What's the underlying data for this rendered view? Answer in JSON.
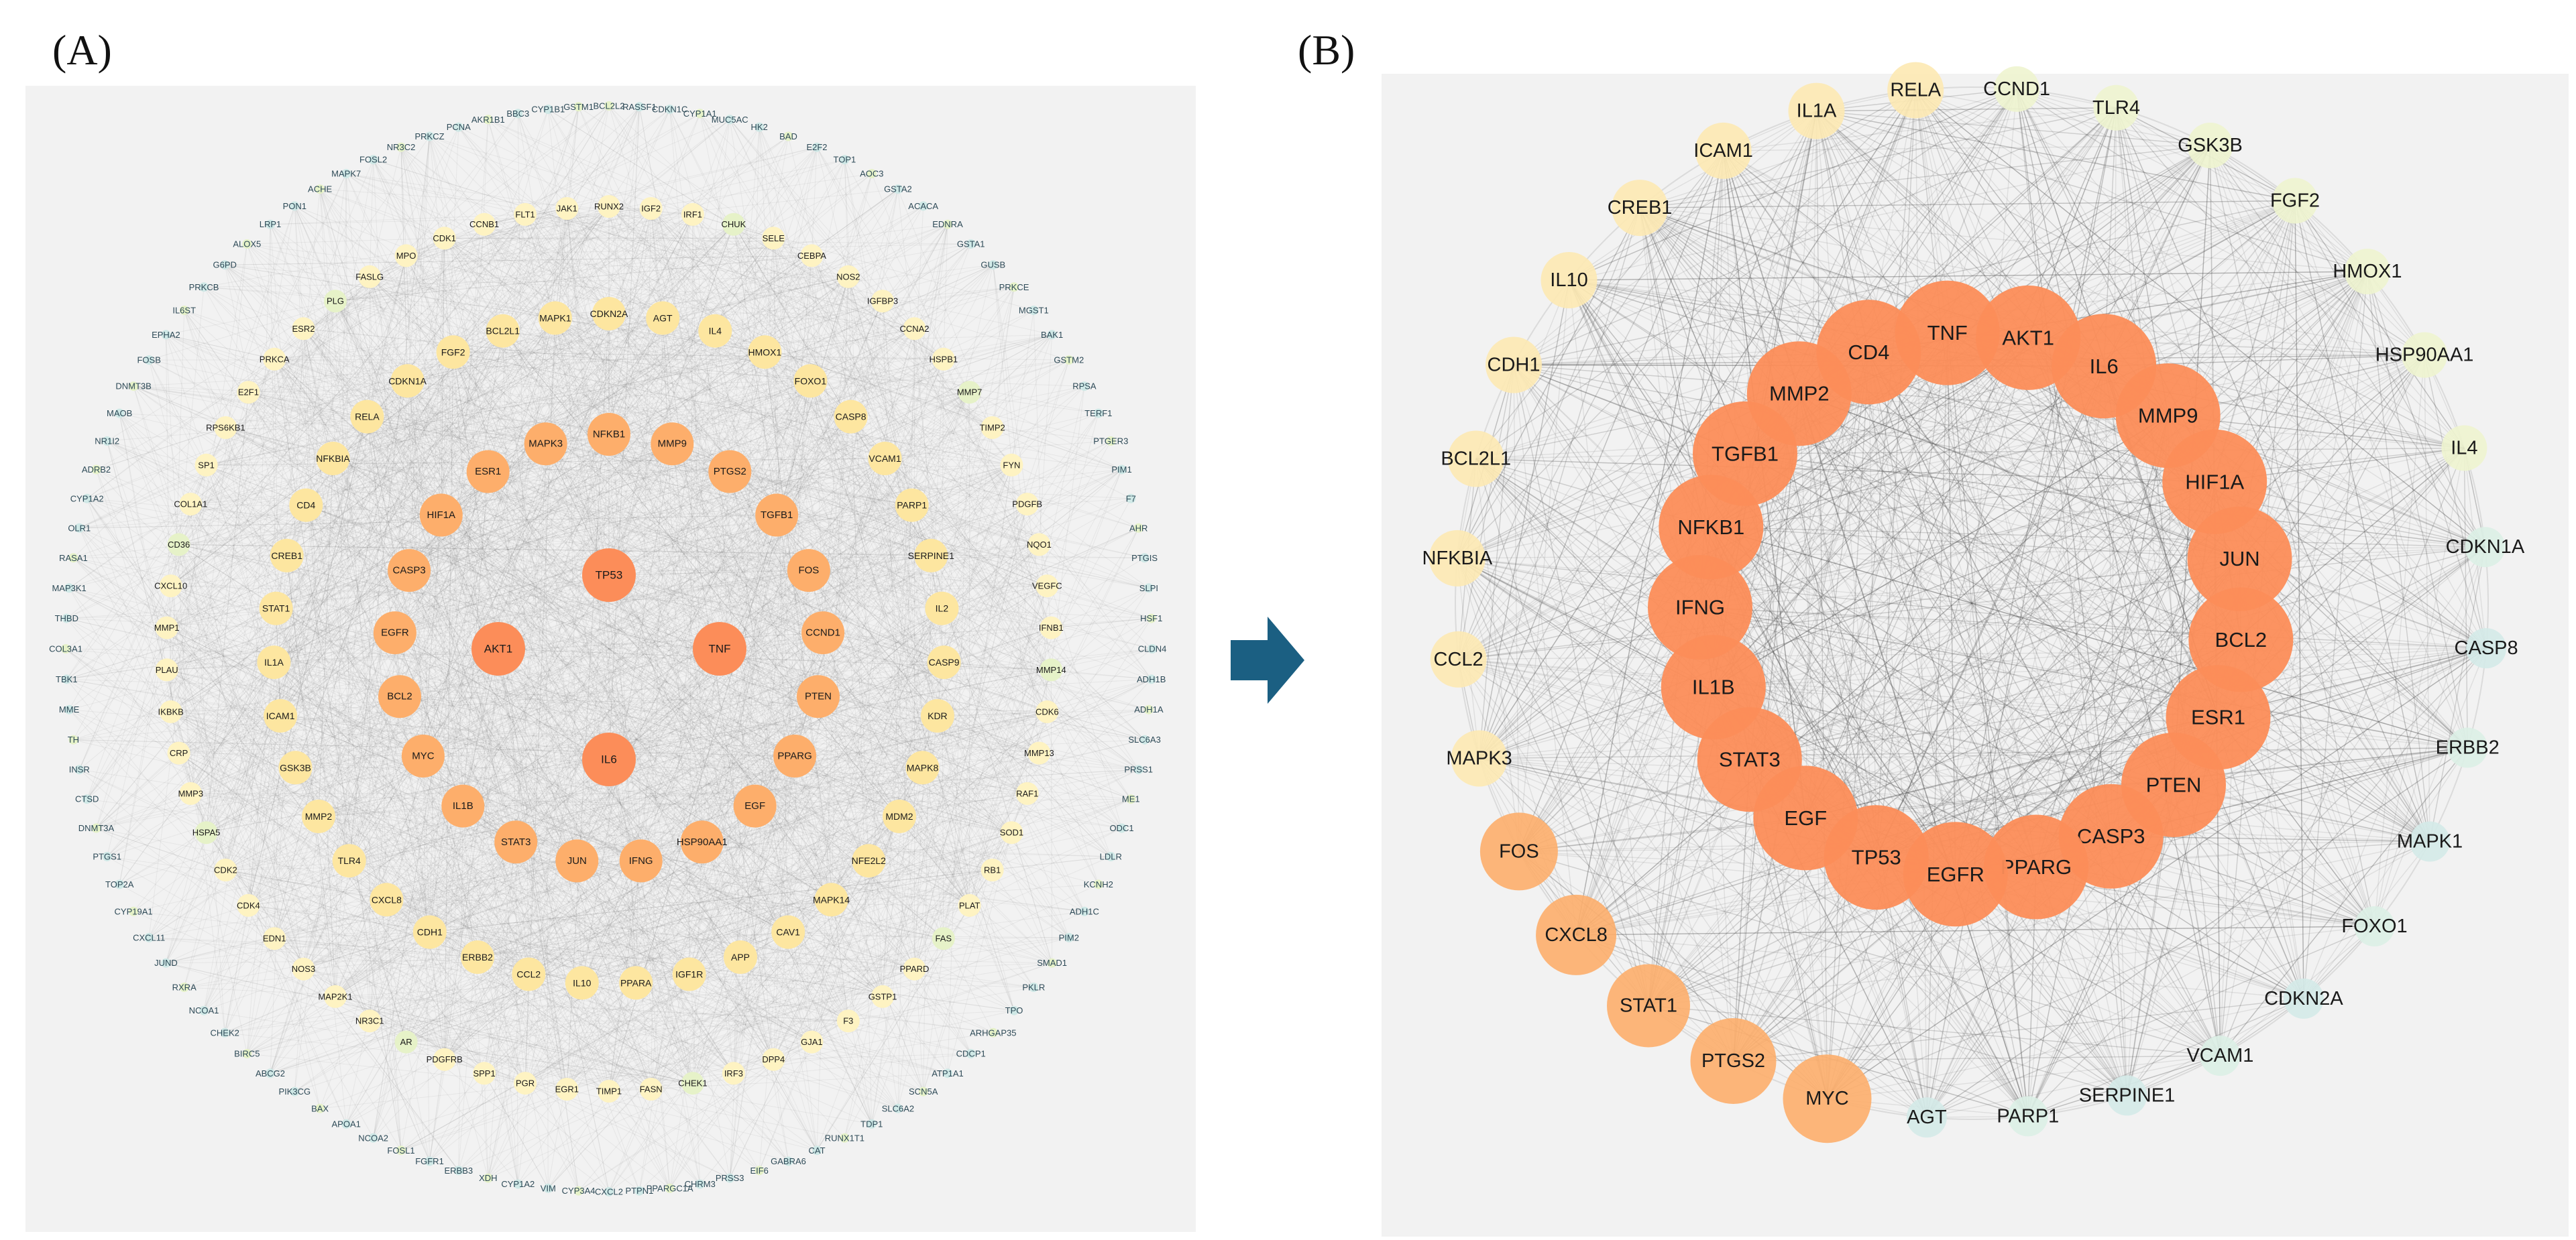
{
  "panel_a": {
    "label": "(A)",
    "rings": [
      [
        "TP53",
        "TNF",
        "IL6",
        "AKT1"
      ],
      [
        "NFKB1",
        "MMP9",
        "PTGS2",
        "TGFB1",
        "FOS",
        "CCND1",
        "PTEN",
        "PPARG",
        "EGF",
        "HSP90AA1",
        "IFNG",
        "JUN",
        "STAT3",
        "IL1B",
        "MYC",
        "BCL2",
        "EGFR",
        "CASP3",
        "HIF1A",
        "ESR1",
        "MAPK3"
      ],
      [
        "CDKN2A",
        "AGT",
        "IL4",
        "HMOX1",
        "FOXO1",
        "CASP8",
        "VCAM1",
        "PARP1",
        "SERPINE1",
        "IL2",
        "CASP9",
        "KDR",
        "MAPK8",
        "MDM2",
        "NFE2L2",
        "MAPK14",
        "CAV1",
        "APP",
        "IGF1R",
        "PPARA",
        "IL10",
        "CCL2",
        "ERBB2",
        "CDH1",
        "CXCL8",
        "TLR4",
        "MMP2",
        "GSK3B",
        "ICAM1",
        "IL1A",
        "STAT1",
        "CREB1",
        "CD4",
        "NFKBIA",
        "RELA",
        "CDKN1A",
        "FGF2",
        "BCL2L1",
        "MAPK1"
      ],
      [
        "RUNX2",
        "IGF2",
        "IRF1",
        "CHUK",
        "SELE",
        "CEBPA",
        "NOS2",
        "IGFBP3",
        "CCNA2",
        "HSPB1",
        "MMP7",
        "TIMP2",
        "FYN",
        "PDGFB",
        "NQO1",
        "VEGFC",
        "IFNB1",
        "MMP14",
        "CDK6",
        "MMP13",
        "RAF1",
        "SOD1",
        "RB1",
        "PLAT",
        "FAS",
        "PPARD",
        "GSTP1",
        "F3",
        "GJA1",
        "DPP4",
        "IRF3",
        "CHEK1",
        "FASN",
        "TIMP1",
        "EGR1",
        "PGR",
        "SPP1",
        "PDGFRB",
        "AR",
        "NR3C1",
        "MAP2K1",
        "NOS3",
        "EDN1",
        "CDK4",
        "CDK2",
        "HSPA5",
        "MMP3",
        "CRP",
        "IKBKB",
        "PLAU",
        "MMP1",
        "CXCL10",
        "CD36",
        "COL1A1",
        "SP1",
        "RPS6KB1",
        "E2F1",
        "PRKCA",
        "ESR2",
        "PLG",
        "FASLG",
        "MPO",
        "CDK1",
        "CCNB1",
        "FLT1",
        "JAK1"
      ],
      [
        "BCL2L2",
        "RASSF1",
        "CDKN1C",
        "CYP1A1",
        "MUC5AC",
        "HK2",
        "BAD",
        "E2F2",
        "TOP1",
        "AOC3",
        "GSTA2",
        "ACACA",
        "EDNRA",
        "GSTA1",
        "GUSB",
        "PRKCE",
        "MGST1",
        "BAK1",
        "GSTM2",
        "RPSA",
        "TERF1",
        "PTGER3",
        "PIM1",
        "F7",
        "AHR",
        "PTGIS",
        "SLPI",
        "HSF1",
        "CLDN4",
        "ADH1B",
        "ADH1A",
        "SLC6A3",
        "PRSS1",
        "ME1",
        "ODC1",
        "LDLR",
        "KCNH2",
        "ADH1C",
        "PIM2",
        "SMAD1",
        "PKLR",
        "TPO",
        "ARHGAP35",
        "CDCP1",
        "ATP1A1",
        "SCN5A",
        "SLC6A2",
        "TDP1",
        "RUNX1T1",
        "CAT",
        "GABRA6",
        "EIF6",
        "PRSS3",
        "CHRM3",
        "PPARGC1A",
        "PTPN1",
        "CXCL2",
        "CYP3A4",
        "VIM",
        "CYP1A2",
        "XDH",
        "ERBB3",
        "FGFR1",
        "FOSL1",
        "NCOA2",
        "APOA1",
        "BAX",
        "PIK3CG",
        "ABCG2",
        "BIRC5",
        "CHEK2",
        "NCOA1",
        "RXRA",
        "JUND",
        "CXCL11",
        "CYP19A1",
        "TOP2A",
        "PTGS1",
        "DNMT3A",
        "CTSD",
        "INSR",
        "TH",
        "MME",
        "TBK1",
        "COL3A1",
        "THBD",
        "MAP3K1",
        "RASA1",
        "OLR1",
        "CYP1A2",
        "ADRB2",
        "NR1I2",
        "MAOB",
        "DNMT3B",
        "FOSB",
        "EPHA2",
        "IL6ST",
        "PRKCB",
        "G6PD",
        "ALOX5",
        "LRP1",
        "PON1",
        "ACHE",
        "MAPK7",
        "FOSL2",
        "NR3C2",
        "PRKCZ",
        "PCNA",
        "AKR1B1",
        "BBC3",
        "CYP1B1",
        "GSTM1"
      ]
    ]
  },
  "panel_b": {
    "label": "(B)",
    "inner_ring": [
      "AKT1",
      "IL6",
      "MMP9",
      "HIF1A",
      "JUN",
      "BCL2",
      "ESR1",
      "PTEN",
      "CASP3",
      "PPARG",
      "EGFR",
      "TP53",
      "EGF",
      "STAT3",
      "IL1B",
      "IFNG",
      "NFKB1",
      "TGFB1",
      "MMP2",
      "CD4",
      "TNF"
    ],
    "outer_ring": [
      "CCND1",
      "TLR4",
      "GSK3B",
      "FGF2",
      "HMOX1",
      "HSP90AA1",
      "IL4",
      "CDKN1A",
      "CASP8",
      "ERBB2",
      "MAPK1",
      "FOXO1",
      "CDKN2A",
      "VCAM1",
      "SERPINE1",
      "PARP1",
      "AGT",
      "MYC",
      "PTGS2",
      "STAT1",
      "CXCL8",
      "FOS",
      "MAPK3",
      "CCL2",
      "NFKBIA",
      "BCL2L1",
      "CDH1",
      "IL10",
      "CREB1",
      "ICAM1",
      "IL1A",
      "RELA"
    ]
  },
  "colors": {
    "core": "#fc8d59",
    "mid": "#fdae6b",
    "pale": "#fde6a0",
    "light": "#fef3c2",
    "greenish": "#e6f2c8",
    "bluish": "#cfe8e6",
    "edge": "#555555",
    "arrow": "#1b5f82",
    "outer_text": "#2e4a57"
  }
}
